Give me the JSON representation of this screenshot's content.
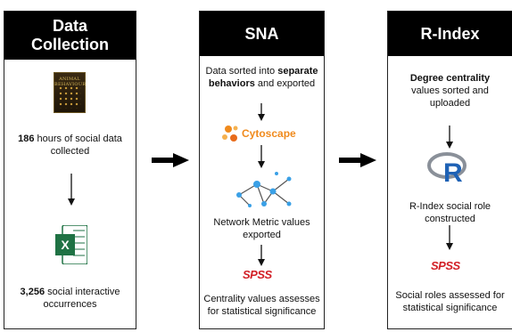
{
  "panels": [
    {
      "title": "Data Collection",
      "title_line1": "Data",
      "title_line2": "Collection",
      "step1_bold": "186",
      "step1_text": " hours of social data collected",
      "book_cover_text": "ANIMAL BEHAVIOUR",
      "step2_bold": "3,256",
      "step2_text": " social interactive occurrences"
    },
    {
      "title": "SNA",
      "step1_pre": "Data sorted into ",
      "step1_bold": "separate behaviors",
      "step1_post": " and exported",
      "cytoscape_label": "Cytoscape",
      "step2_text": "Network Metric values exported",
      "spss_label": "SPSS",
      "step3_text": "Centrality values assesses for statistical significance"
    },
    {
      "title": "R-Index",
      "step1_bold": "Degree centrality",
      "step1_text": " values sorted and uploaded",
      "r_label": "R",
      "step2_text": "R-Index social role constructed",
      "spss_label": "SPSS",
      "step3_text": "Social roles assessed for statistical significance"
    }
  ],
  "colors": {
    "header_bg": "#000000",
    "cytoscape_orange": "#f08a1c",
    "spss_red": "#d21f26",
    "excel_green": "#1f7244",
    "network_blue": "#3aa0e6"
  },
  "icons": [
    "book-cover-icon",
    "excel-icon",
    "cytoscape-logo-icon",
    "network-graph-icon",
    "spss-logo-icon",
    "r-logo-icon",
    "arrow-down-icon",
    "arrow-right-icon"
  ]
}
